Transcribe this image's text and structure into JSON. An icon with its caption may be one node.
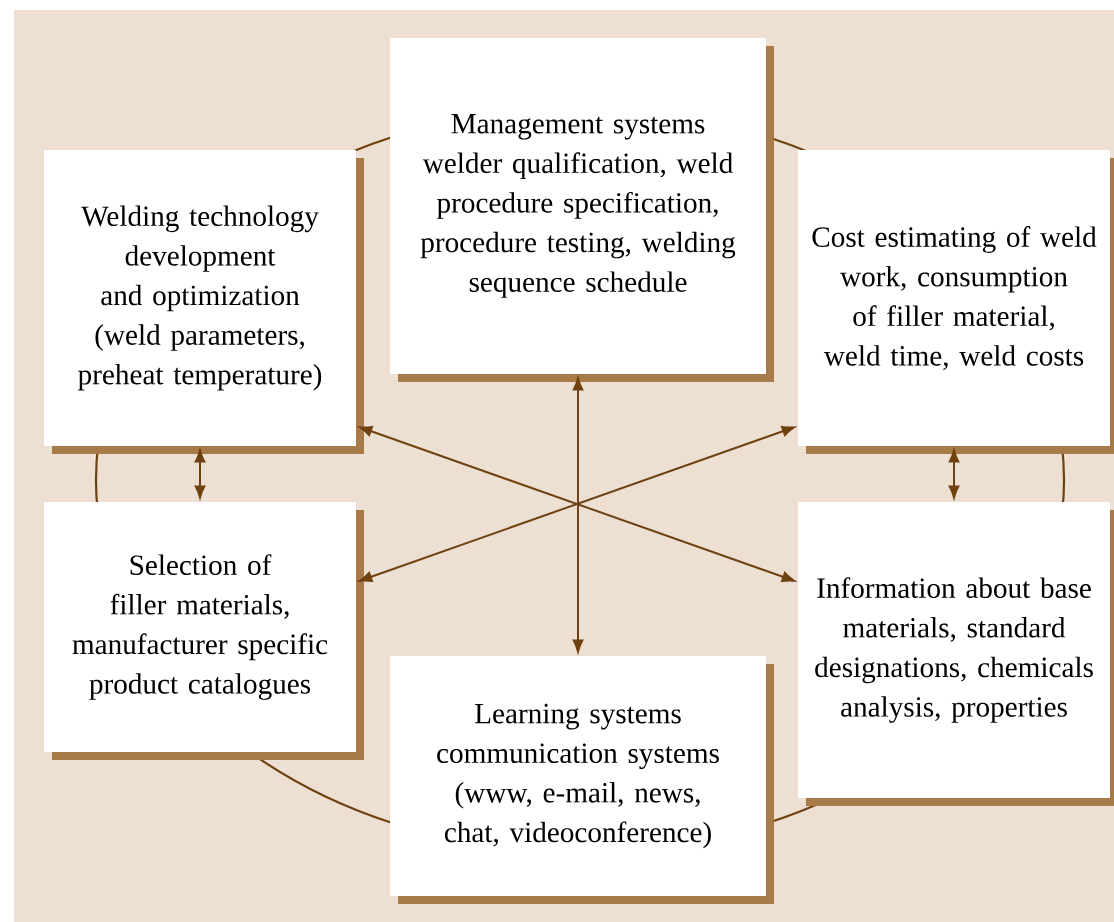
{
  "diagram": {
    "nodes": [
      {
        "text": [
          "Management systems welder qualification, weld procedure specification, procedure testing, welding sequence schedule"
        ]
      },
      {
        "text": [
          "Welding technology development and optimization (weld parameters, preheat temperature)"
        ]
      },
      {
        "text": [
          "Cost estimating of weld work, consumption of filler material, weld time, weld costs"
        ]
      },
      {
        "text": [
          "Selection of filler materials, manufacturer specific product catalogues"
        ]
      },
      {
        "text": [
          "Learning systems communication systems (www, e-mail, news, chat, videoconference)"
        ]
      },
      {
        "text": [
          "Information about base materials, standard designations, chemicals analysis, properties"
        ]
      }
    ],
    "edges": [
      {
        "from": 0,
        "to": 4,
        "arrow": "both"
      },
      {
        "from": 1,
        "to": 5,
        "arrow": "both"
      },
      {
        "from": 2,
        "to": 3,
        "arrow": "both"
      },
      {
        "from": 1,
        "to": 3,
        "arrow": "both"
      },
      {
        "from": 2,
        "to": 5,
        "arrow": "both"
      }
    ]
  }
}
